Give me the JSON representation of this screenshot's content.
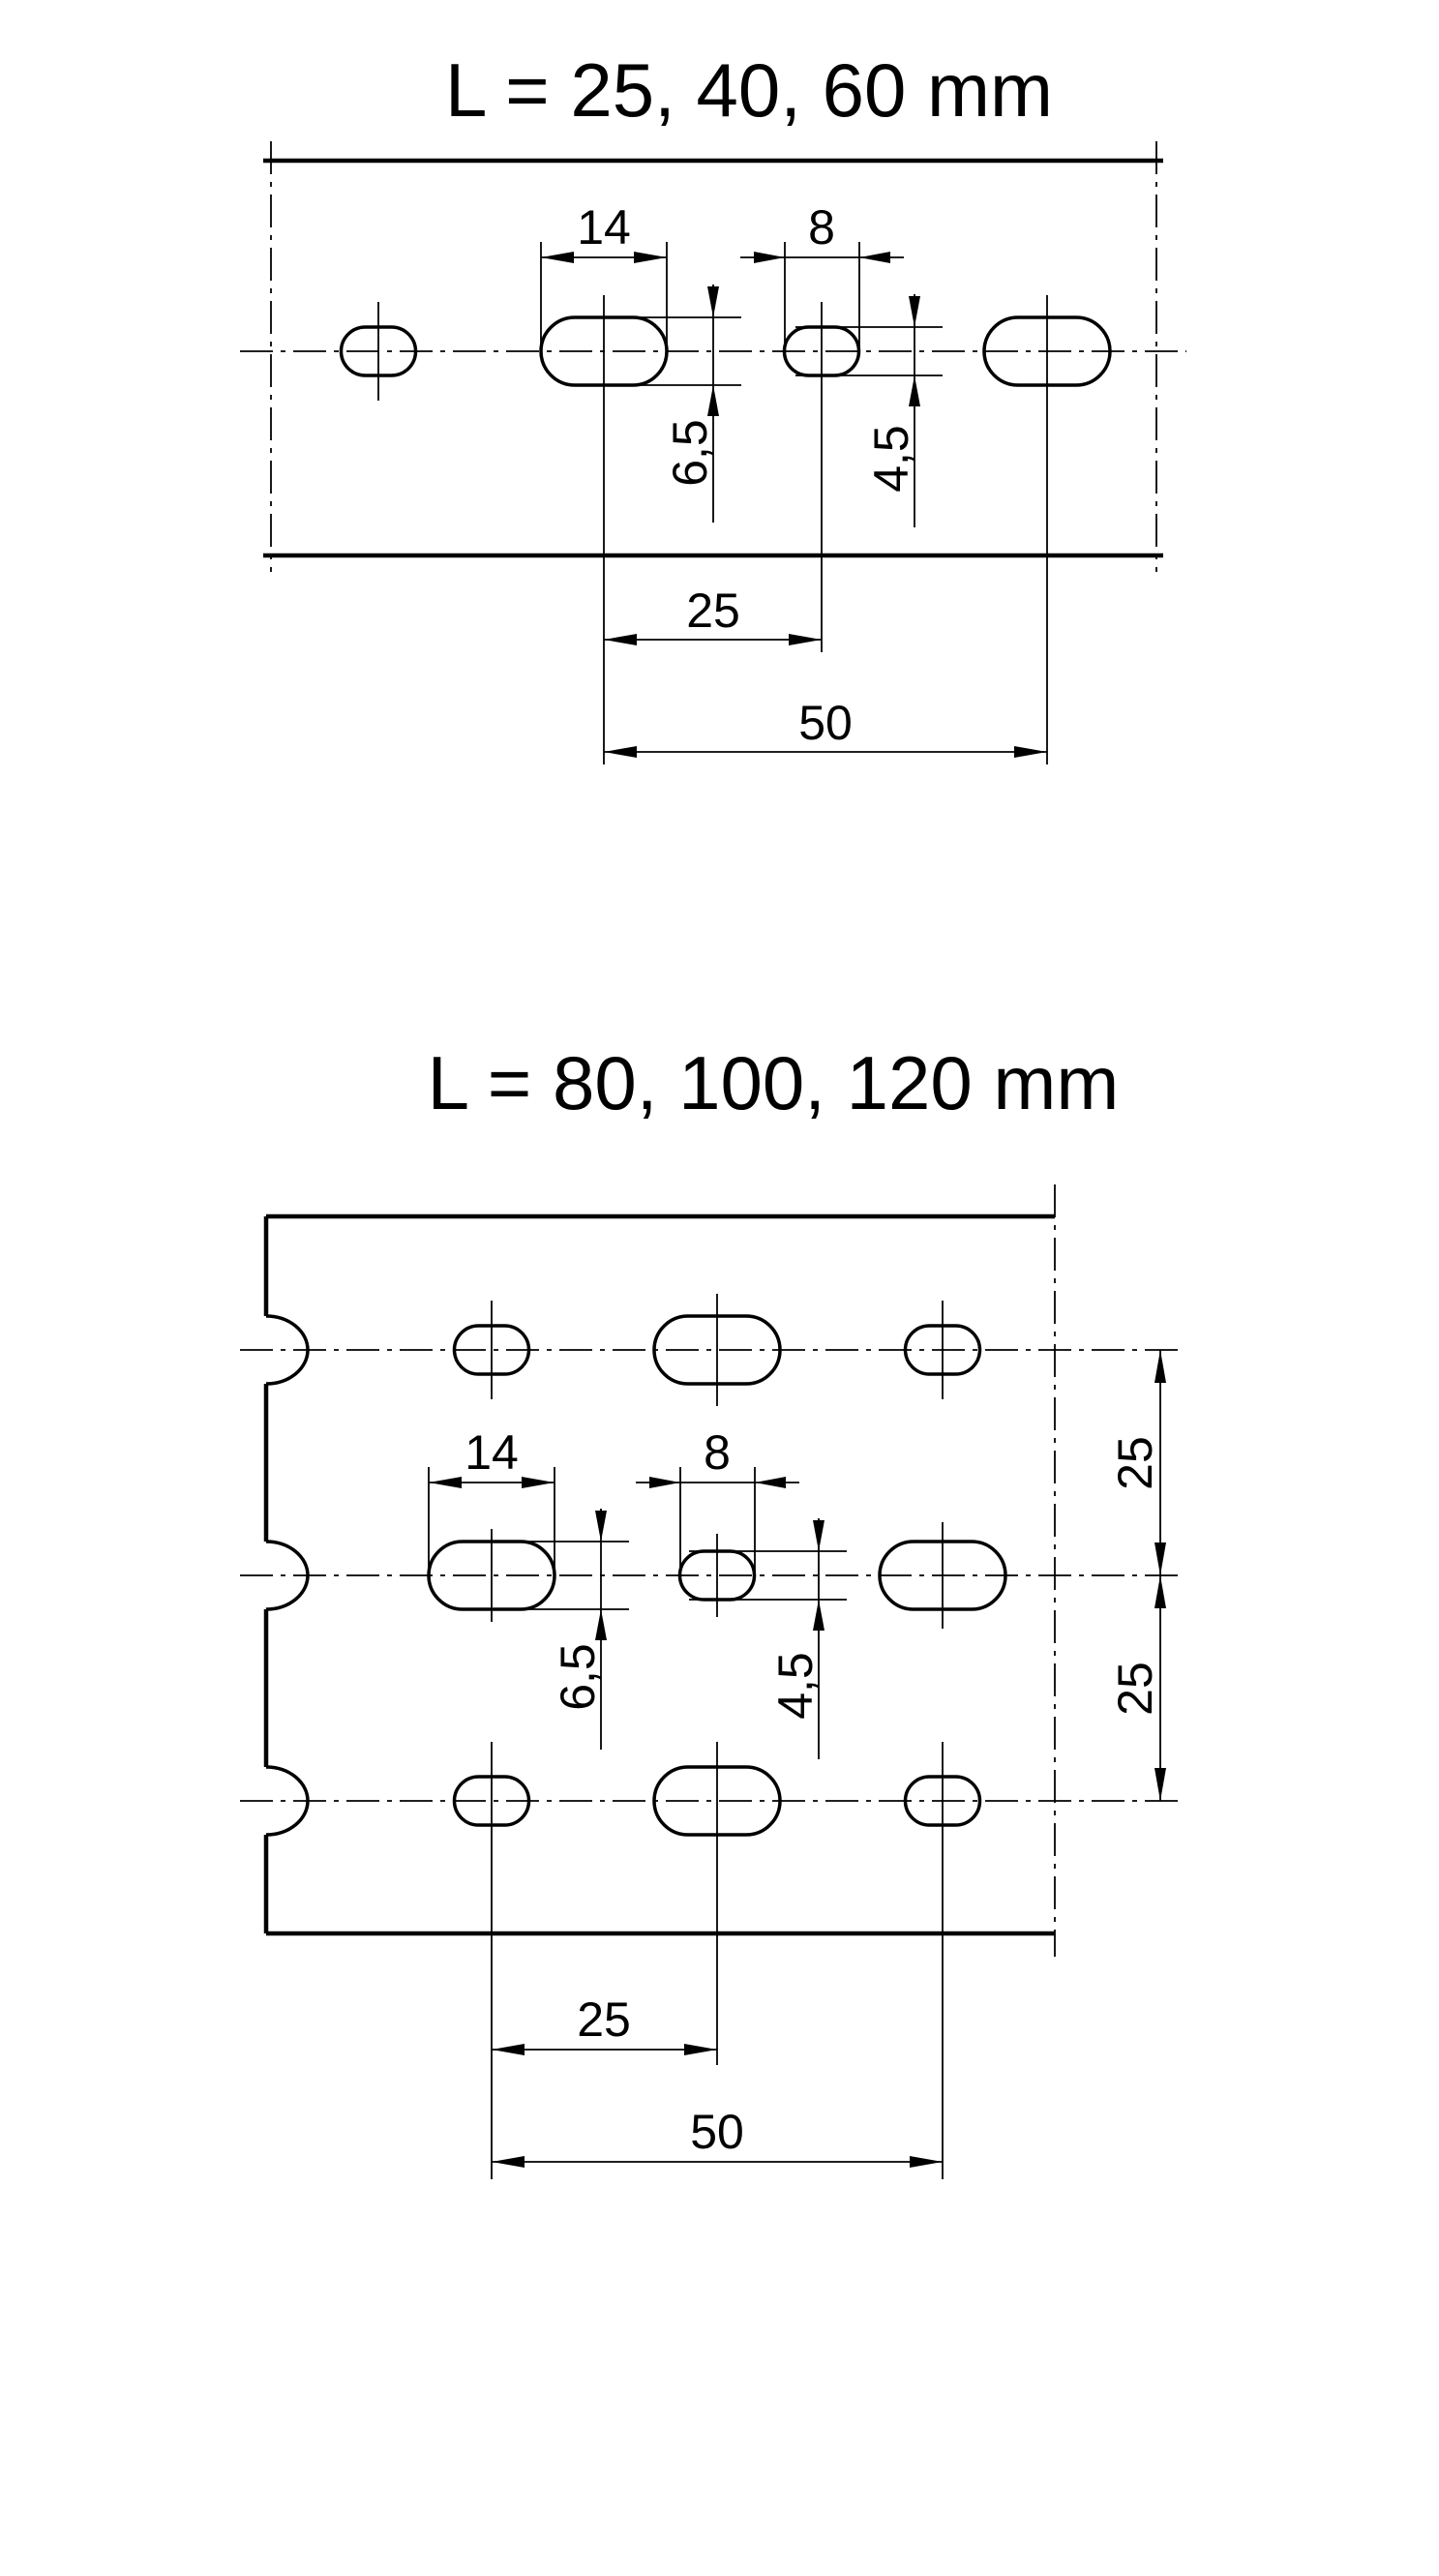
{
  "page": {
    "background": "#ffffff",
    "ink": "#000000"
  },
  "drawings": [
    {
      "title": "L = 25, 40, 60 mm",
      "dims": {
        "slot_width_large": "14",
        "slot_width_small": "8",
        "slot_height_large": "6,5",
        "slot_height_small": "4,5",
        "hole_pitch": "25",
        "slot_pitch": "50"
      }
    },
    {
      "title": "L = 80, 100, 120 mm",
      "dims": {
        "slot_width_large": "14",
        "slot_width_small": "8",
        "slot_height_large": "6,5",
        "slot_height_small": "4,5",
        "row_pitch_top": "25",
        "row_pitch_bottom": "25",
        "hole_pitch": "25",
        "slot_pitch": "50"
      }
    }
  ]
}
